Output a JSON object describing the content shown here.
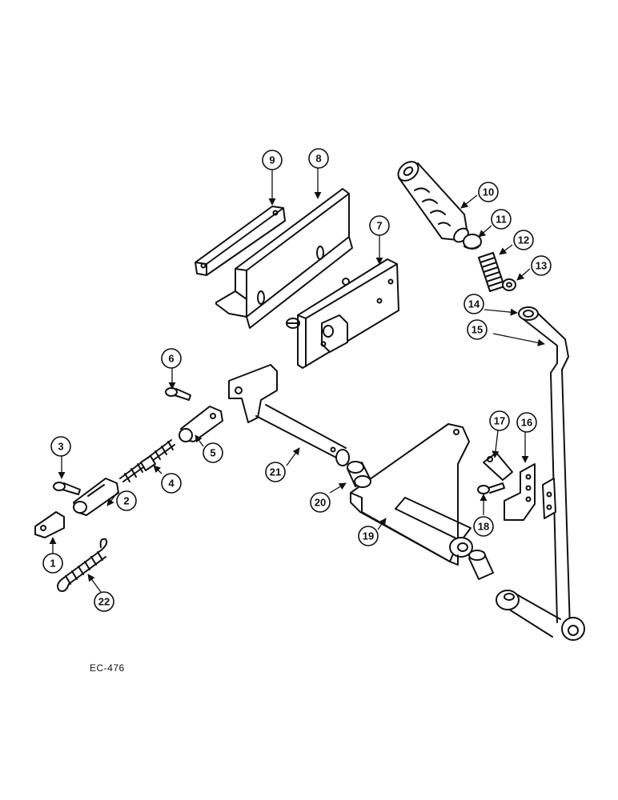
{
  "diagram": {
    "reference_code": "EC-476",
    "callouts": [
      {
        "label": "1"
      },
      {
        "label": "2"
      },
      {
        "label": "3"
      },
      {
        "label": "4"
      },
      {
        "label": "5"
      },
      {
        "label": "6"
      },
      {
        "label": "7"
      },
      {
        "label": "8"
      },
      {
        "label": "9"
      },
      {
        "label": "10"
      },
      {
        "label": "11"
      },
      {
        "label": "12"
      },
      {
        "label": "13"
      },
      {
        "label": "14"
      },
      {
        "label": "15"
      },
      {
        "label": "16"
      },
      {
        "label": "17"
      },
      {
        "label": "18"
      },
      {
        "label": "19"
      },
      {
        "label": "20"
      },
      {
        "label": "21"
      },
      {
        "label": "22"
      }
    ]
  },
  "colors": {
    "ink": "#111111",
    "paper": "#ffffff"
  }
}
